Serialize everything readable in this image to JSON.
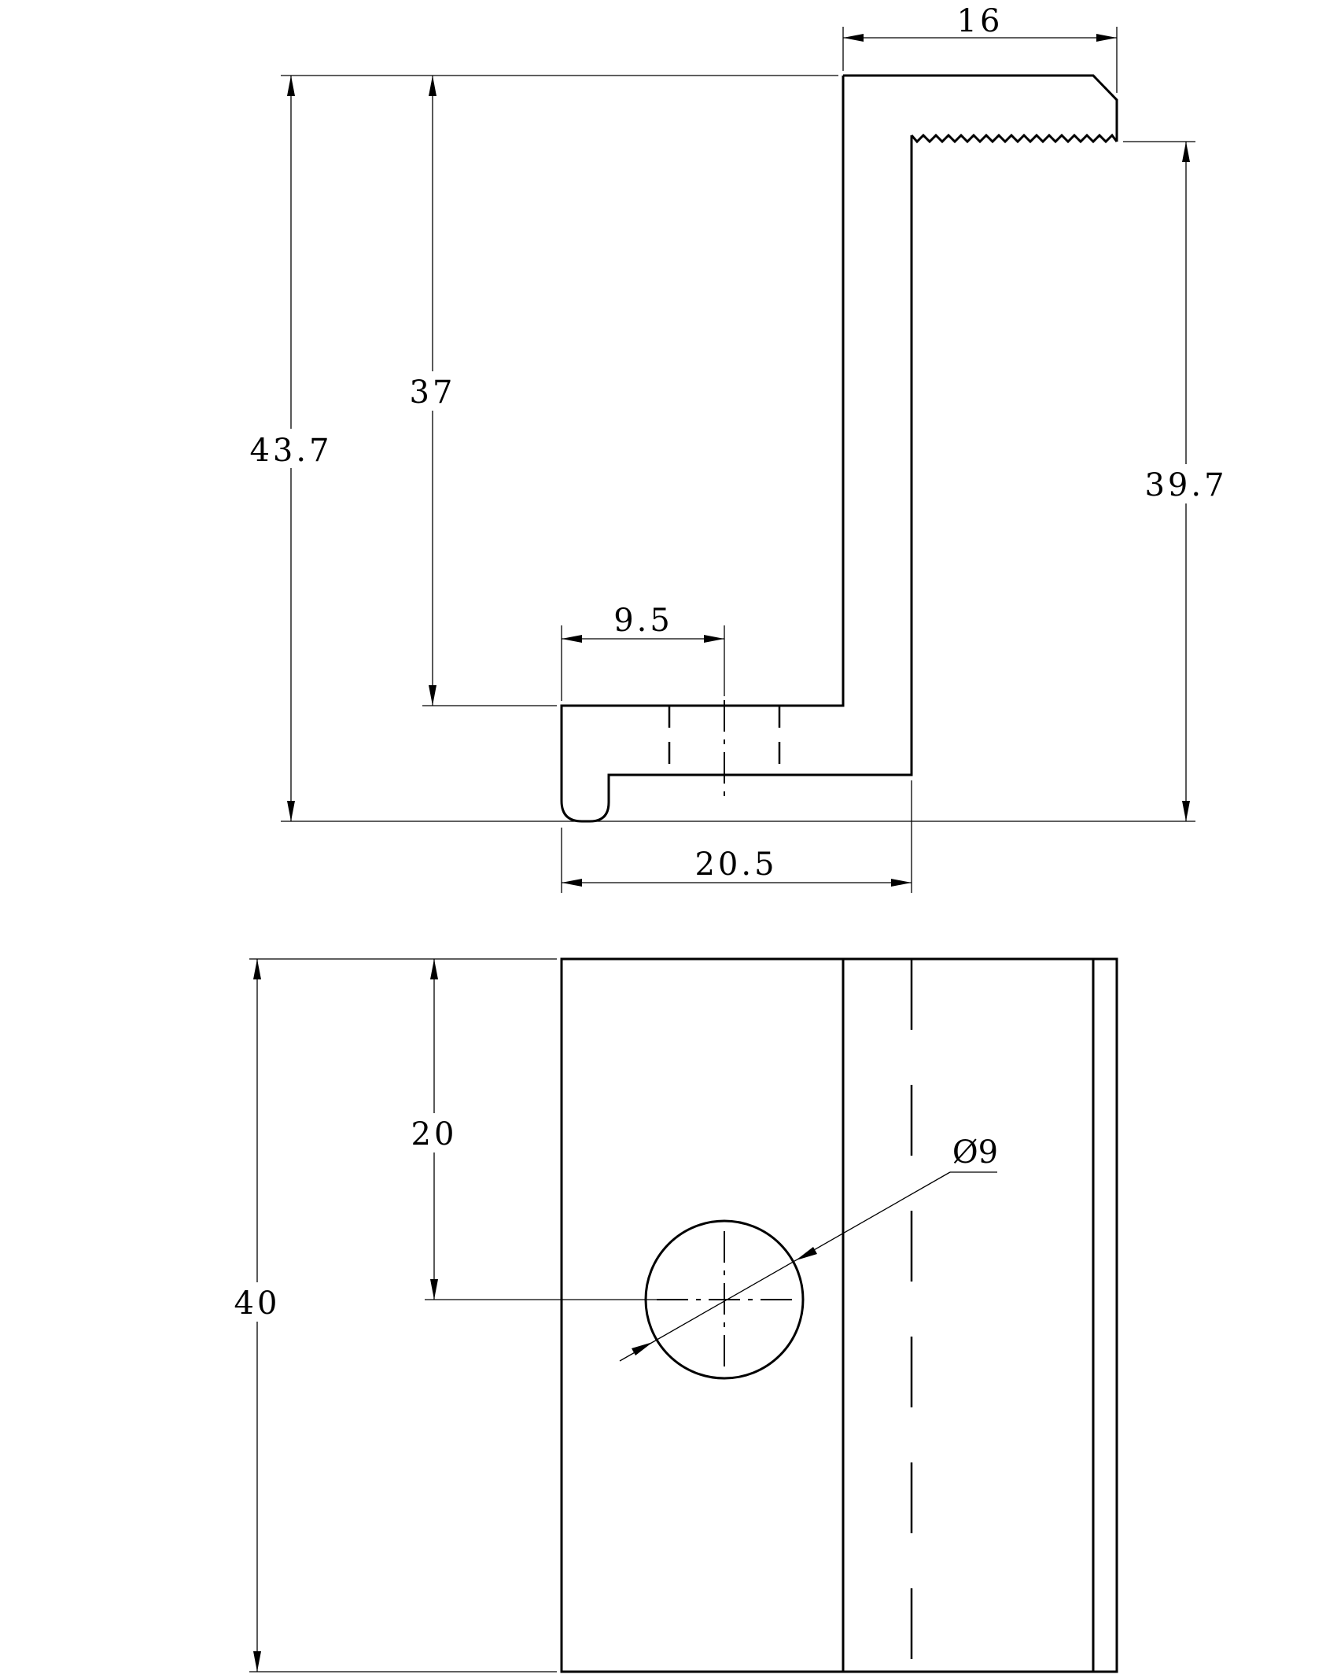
{
  "drawing": {
    "top_view": {
      "dim_width_top": "16",
      "dim_total_height": "43.7",
      "dim_inner_height": "37",
      "dim_right_height": "39.7",
      "dim_hole_offset": "9.5",
      "dim_base_width": "20.5"
    },
    "front_view": {
      "dim_height": "40",
      "dim_hole_center": "20",
      "dim_hole_diameter": "Ø9"
    }
  }
}
